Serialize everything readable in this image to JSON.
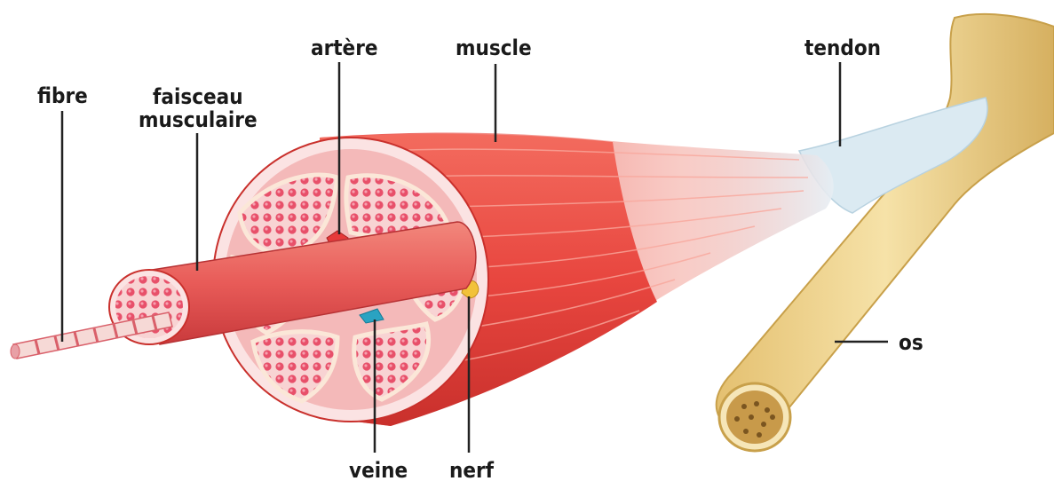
{
  "labels": {
    "fibre": "fibre",
    "faisceau_line1": "faisceau",
    "faisceau_line2": "musculaire",
    "artere": "artère",
    "muscle": "muscle",
    "tendon": "tendon",
    "os": "os",
    "veine": "veine",
    "nerf": "nerf"
  },
  "colors": {
    "muscle": "#e8463f",
    "muscle_dark": "#c9302c",
    "muscle_light": "#f07a6d",
    "tissue_pink": "#f6c9c9",
    "fiber_dot": "#e8506a",
    "tendon": "#dbeaf2",
    "bone": "#f0d48a",
    "bone_dark": "#c8a04a",
    "vein": "#2aa3c2",
    "nerve": "#f2c23a",
    "leader": "#222222"
  }
}
